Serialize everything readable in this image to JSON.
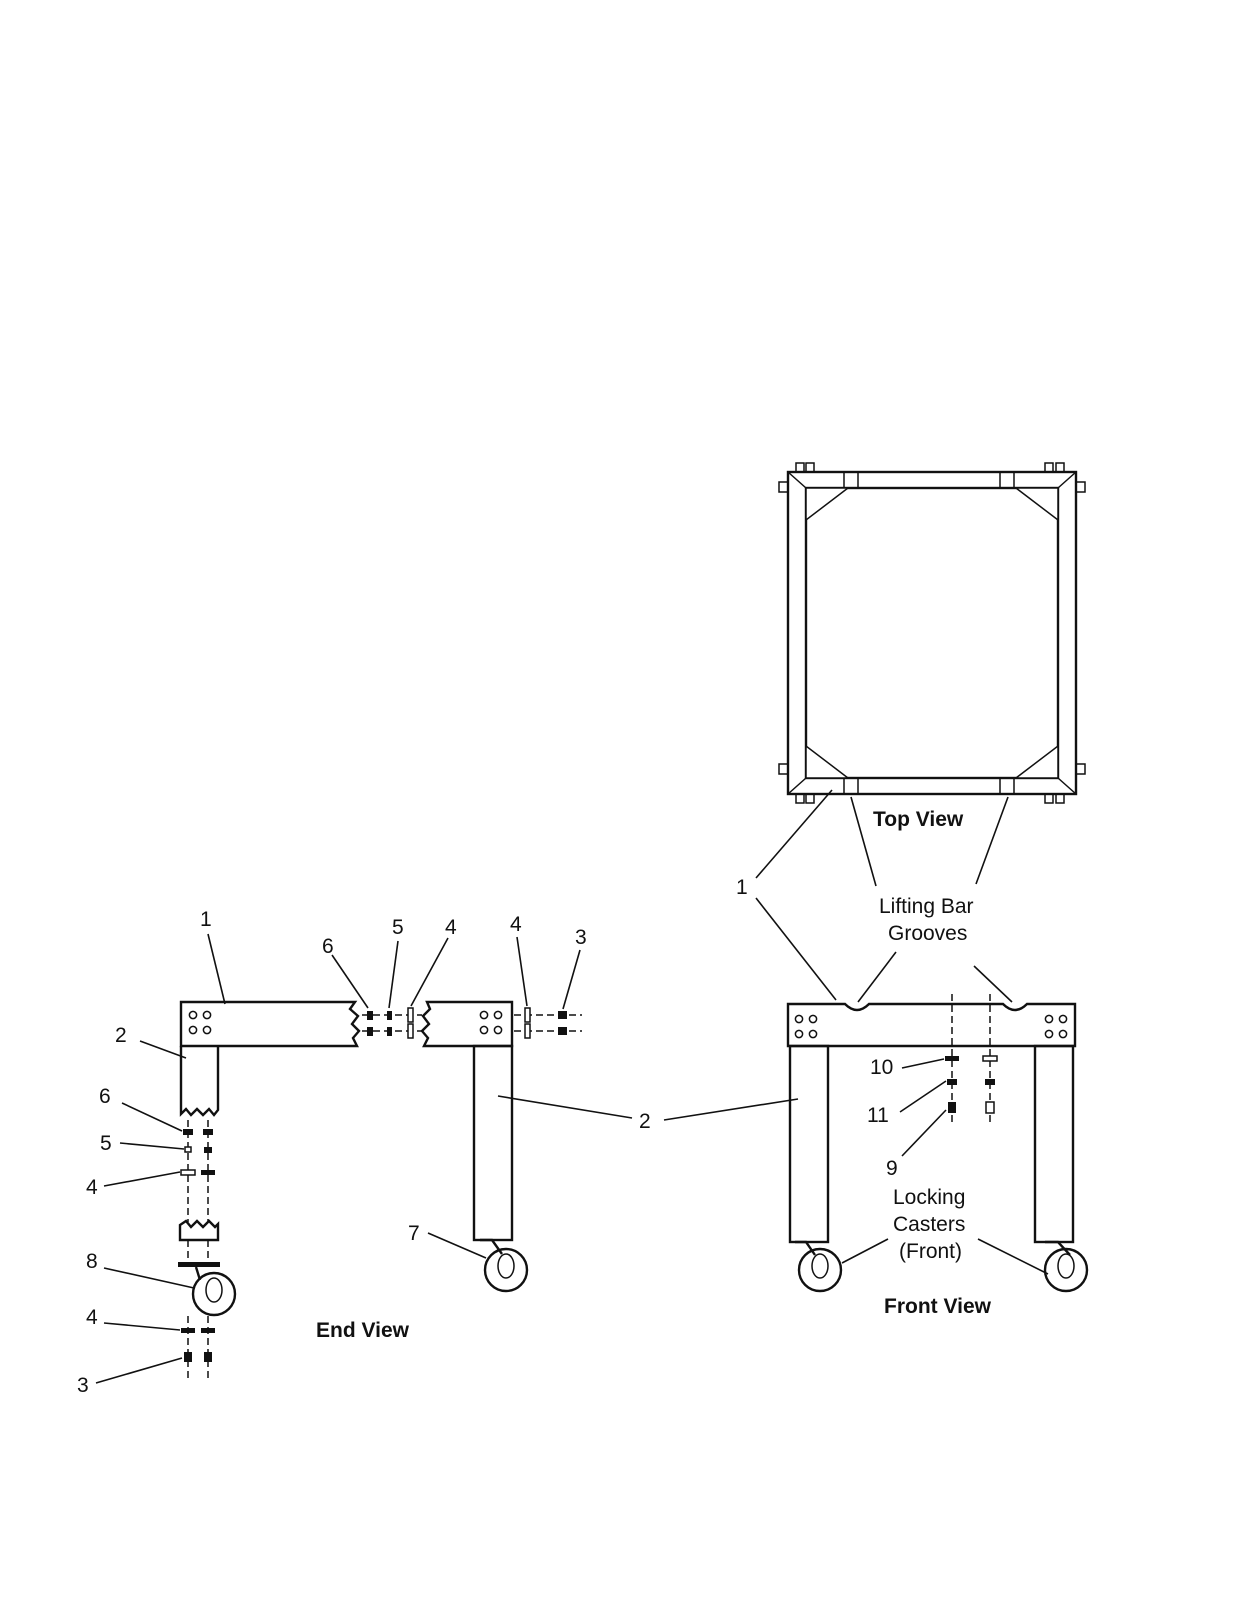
{
  "views": {
    "top": "Top View",
    "end": "End View",
    "front": "Front View"
  },
  "notes": {
    "lifting_line1": "Lifting Bar",
    "lifting_line2": "Grooves",
    "casters_line1": "Locking",
    "casters_line2": "Casters",
    "casters_line3": "(Front)"
  },
  "callouts": {
    "end_1": "1",
    "end_2": "2",
    "end_6a": "6",
    "end_5a": "5",
    "end_4a": "4",
    "end_4b": "4",
    "end_3a": "3",
    "end_6b": "6",
    "end_5b": "5",
    "end_4c": "4",
    "end_8": "8",
    "end_4d": "4",
    "end_3b": "3",
    "end_7": "7",
    "mid_2": "2",
    "front_1": "1",
    "front_10": "10",
    "front_11": "11",
    "front_9": "9"
  }
}
